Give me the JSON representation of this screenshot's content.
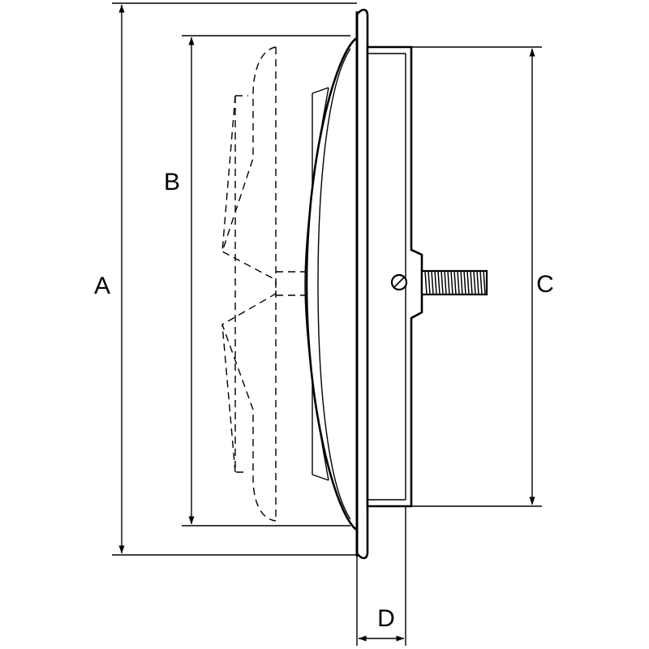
{
  "dimension_labels": {
    "a": "A",
    "b": "B",
    "c": "C",
    "d": "D"
  },
  "colors": {
    "line": "#000000",
    "background": "#ffffff"
  },
  "icons": [
    "bolt-icon",
    "screw-hole-icon"
  ]
}
